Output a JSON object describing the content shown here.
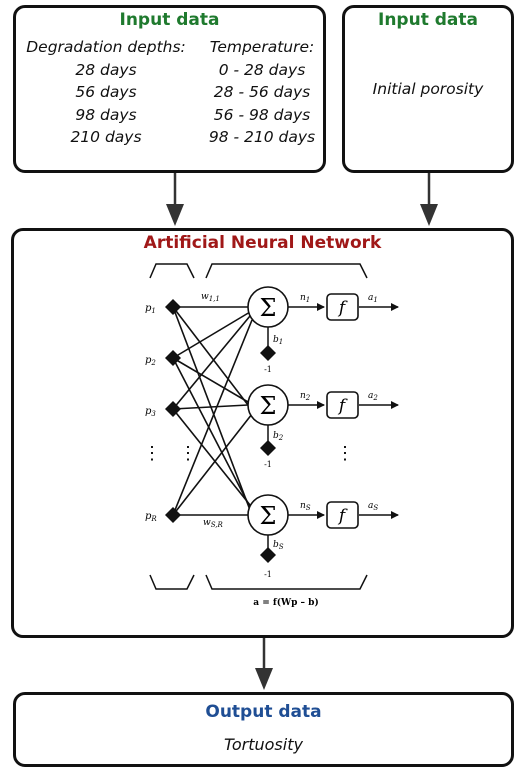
{
  "input_left": {
    "title": "Input data",
    "col1_header": "Degradation depths:",
    "col1_items": [
      "28 days",
      "56 days",
      "98 days",
      "210 days"
    ],
    "col2_header": "Temperature:",
    "col2_items": [
      "0 - 28 days",
      "28 - 56 days",
      "56 - 98 days",
      "98 - 210 days"
    ]
  },
  "input_right": {
    "title": "Input data",
    "item": "Initial porosity"
  },
  "ann": {
    "title": "Artificial Neural Network",
    "inputs": [
      "p",
      "p",
      "p",
      "p"
    ],
    "input_subs": [
      "1",
      "2",
      "3",
      "R"
    ],
    "w_first": "w",
    "w_first_sub": "1,1",
    "w_last": "w",
    "w_last_sub": "S,R",
    "sum_symbol": "Σ",
    "bias": [
      "b",
      "b",
      "b"
    ],
    "bias_subs": [
      "1",
      "2",
      "S"
    ],
    "bias_value": "-1",
    "net": [
      "n",
      "n",
      "n"
    ],
    "net_subs": [
      "1",
      "2",
      "S"
    ],
    "func": "f",
    "out": [
      "a",
      "a",
      "a"
    ],
    "out_subs": [
      "1",
      "2",
      "S"
    ],
    "vdots": "⋮",
    "equation": "a = f(Wp – b)"
  },
  "output": {
    "title": "Output data",
    "item": "Tortuosity"
  },
  "colors": {
    "input_title": "#1f7a2e",
    "ann_title": "#a01818",
    "output_title": "#1f4e94"
  }
}
